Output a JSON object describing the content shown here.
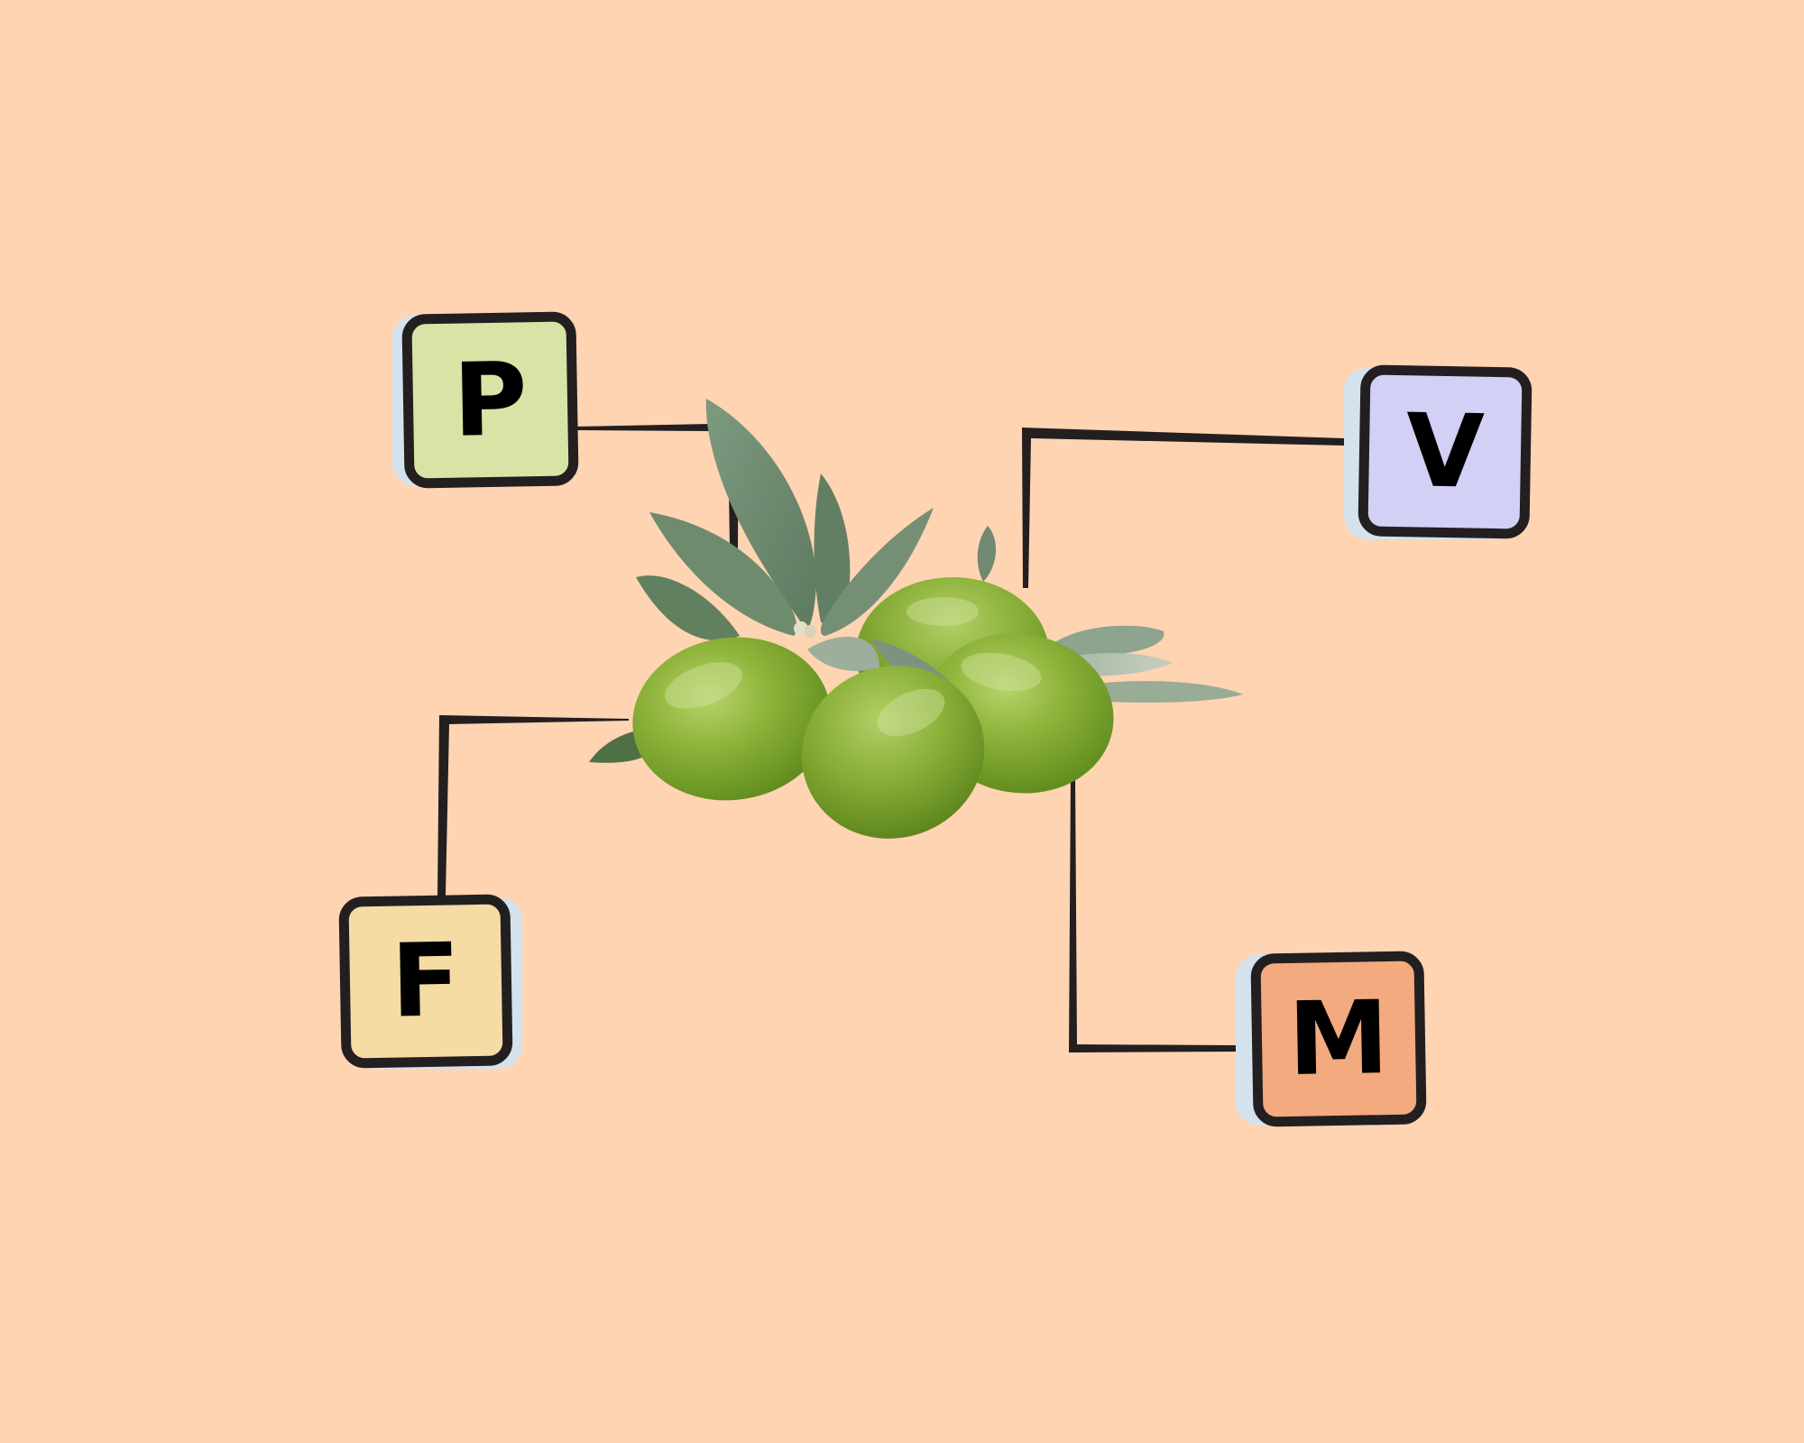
{
  "diagram": {
    "type": "hub-and-spoke",
    "background_color": "#FFD4B2",
    "center": {
      "label": "olive-branch-image",
      "description": "Cluster of four green olives with grey-green olive leaves"
    },
    "nodes": [
      {
        "id": "p",
        "letter": "P",
        "fill": "#D8E4A6",
        "position": "top-left"
      },
      {
        "id": "v",
        "letter": "V",
        "fill": "#D3D0F5",
        "position": "top-right"
      },
      {
        "id": "f",
        "letter": "F",
        "fill": "#F5DCA5",
        "position": "bottom-left"
      },
      {
        "id": "m",
        "letter": "M",
        "fill": "#F2AA7E",
        "position": "bottom-right"
      }
    ],
    "connector_color": "#231F20",
    "node_border_color": "#231F20",
    "node_shadow_color": "#D3E2EC"
  }
}
